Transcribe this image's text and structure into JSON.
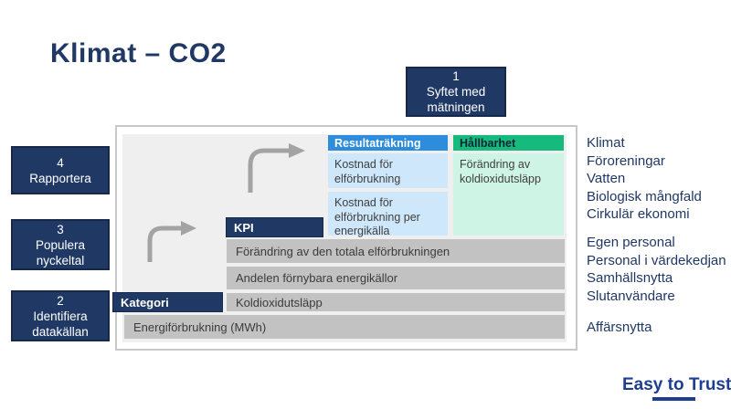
{
  "slide": {
    "title": "Klimat – CO2"
  },
  "purpose_box": {
    "number": "1",
    "line1": "Syftet med",
    "line2": "mätningen"
  },
  "steps": [
    {
      "number": "4",
      "lines": [
        "Rapportera",
        ""
      ]
    },
    {
      "number": "3",
      "lines": [
        "Populera",
        "nyckeltal"
      ]
    },
    {
      "number": "2",
      "lines": [
        "Identifiera",
        "datakällan"
      ]
    }
  ],
  "diagram": {
    "headers": {
      "result": "Resultaträkning",
      "sustainability": "Hållbarhet"
    },
    "result_items": [
      "Kostnad för elförbrukning",
      "Kostnad för elförbrukning per energikälla"
    ],
    "sustainability_items": [
      "Förändring av koldioxidutsläpp"
    ],
    "kpi_label": "KPI",
    "category_label": "Kategori",
    "kpi_bars": [
      "Förändring av den totala elförbrukningen",
      "Andelen förnybara energikällor",
      "Koldioxidutsläpp"
    ],
    "category_bar": "Energiförbrukning (MWh)"
  },
  "legend": {
    "group1": [
      "Klimat",
      "Föroreningar",
      "Vatten",
      "Biologisk mångfald",
      "Cirkulär ekonomi"
    ],
    "group2": [
      "Egen personal",
      "Personal i värdekedjan",
      "Samhällsnytta",
      "Slutanvändare"
    ],
    "group3": [
      "Affärsnytta"
    ]
  },
  "footer": {
    "logo": "Easy to Trust"
  },
  "colors": {
    "navy": "#1F3864",
    "header_blue": "#2D8CDB",
    "light_blue": "#CFE7FA",
    "header_green": "#16BA7D",
    "mint": "#CDF4E4",
    "bar_gray": "#C2C2C2",
    "panel_gray": "#EFEFEF",
    "logo_blue": "#1D3E92"
  }
}
